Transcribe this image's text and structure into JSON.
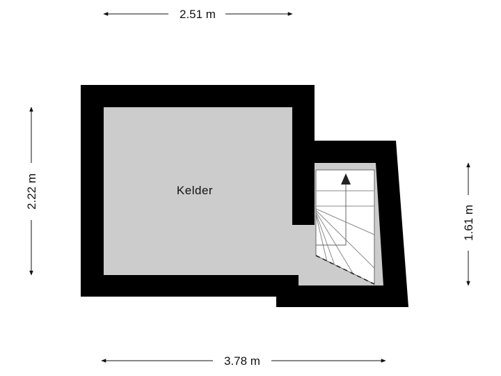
{
  "floorplan": {
    "rooms": [
      {
        "name": "Kelder"
      }
    ],
    "dimensions": {
      "top": "2.51 m",
      "bottom": "3.78 m",
      "left": "2.22 m",
      "right": "1.61 m"
    },
    "colors": {
      "wall": "#000000",
      "floor": "#cccccc",
      "stairs": "#ffffff",
      "stair_lines": "#777777",
      "dimension_lines": "#111111"
    }
  }
}
